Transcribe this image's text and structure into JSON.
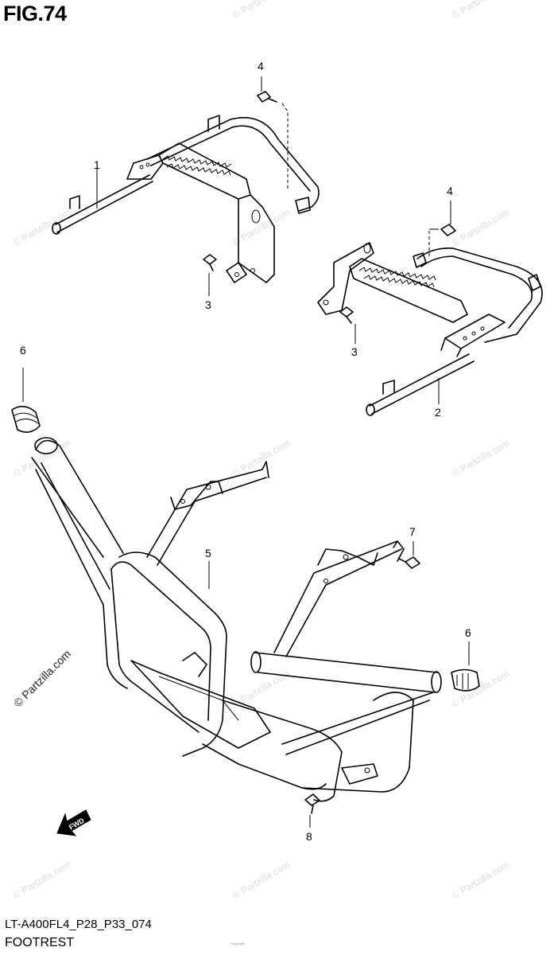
{
  "figure_label": "FIG.74",
  "model_code": "LT-A400FL4_P28_P33_074",
  "caption": "FOOTREST",
  "watermark_text": "© Partzilla.com",
  "side_watermark_text": "© Partzilla.com",
  "direction_label": "FWD",
  "tiny_footer": "Copyright",
  "parts": [
    {
      "number": "1"
    },
    {
      "number": "2"
    },
    {
      "number": "3"
    },
    {
      "number": "3"
    },
    {
      "number": "4"
    },
    {
      "number": "4"
    },
    {
      "number": "5"
    },
    {
      "number": "6"
    },
    {
      "number": "6"
    },
    {
      "number": "7"
    },
    {
      "number": "8"
    }
  ]
}
